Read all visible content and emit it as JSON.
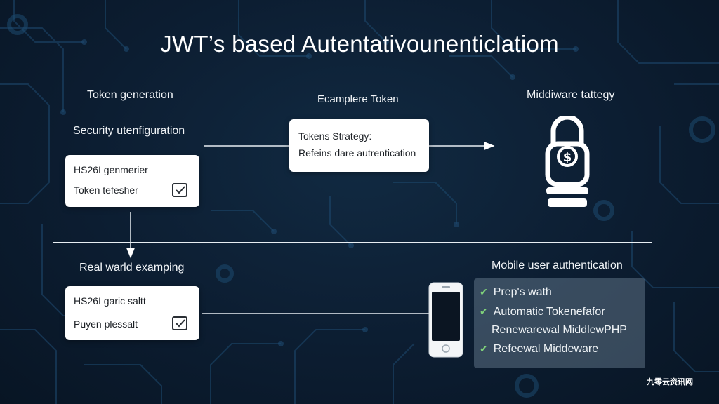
{
  "title": "JWT’s based Autentativounenticlatiom",
  "nodes": {
    "token_generation": "Token generation",
    "security_config": "Security utenfiguration",
    "example_token": "Ecamplere Token",
    "middleware_strategy": "Middiware tattegy",
    "real_world": "Real warld examping",
    "mobile_auth": "Mobile user authentication"
  },
  "card_top_left": {
    "line1": "HS26I genmerier",
    "line2": "Token tefesher"
  },
  "card_center": {
    "line1": "Tokens Strategy:",
    "line2": "Refeins dare autrentication"
  },
  "card_bottom_left": {
    "line1": "HS26I garic saltt",
    "line2": "Puyen plessalt"
  },
  "mobile_panel": {
    "items": [
      "Prep's wath",
      "Automatic Tokenefafor",
      "Renewarewal MiddlewPHP",
      "Refeewal Middeware"
    ],
    "checked": [
      true,
      true,
      false,
      true
    ]
  },
  "watermark": "九零云资讯网",
  "colors": {
    "background": "#0c1d31",
    "circuit": "#1e4a70",
    "accent_check": "#7fd17a",
    "card": "#ffffff"
  },
  "icons": {
    "lock": "padlock-icon",
    "phone": "smartphone-icon",
    "check": "checkbox-icon",
    "gear": "gear-icon"
  }
}
